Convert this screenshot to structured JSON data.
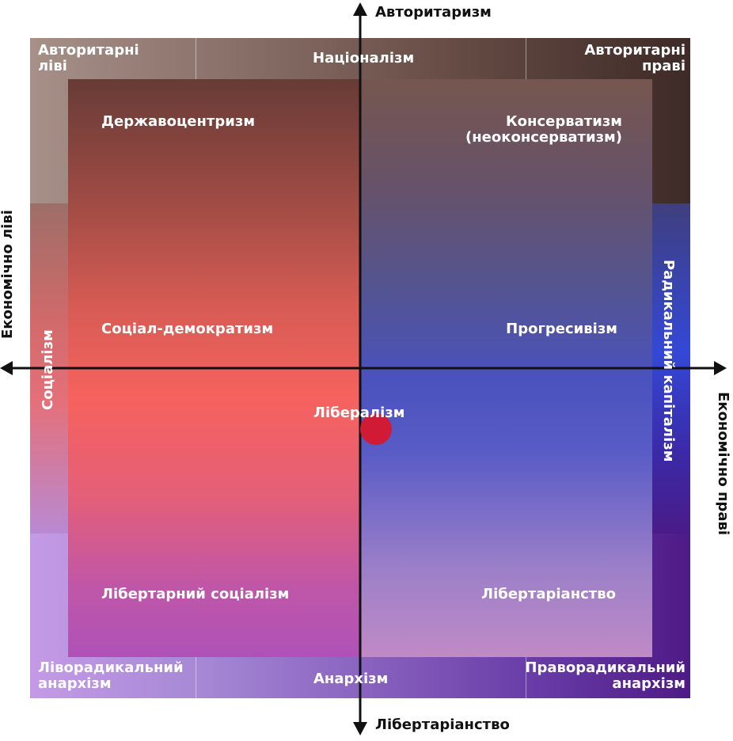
{
  "axes": {
    "top": "Авторитаризм",
    "bottom": "Лібертаріанство",
    "left": "Економічно ліві",
    "right": "Економічно праві"
  },
  "corners": {
    "top_left": [
      "Авторитарні",
      "ліві"
    ],
    "top_center": "Націоналізм",
    "top_right": [
      "Авторитарні",
      "праві"
    ],
    "bottom_left": [
      "Ліворадикальний",
      "анархізм"
    ],
    "bottom_center": "Анархізм",
    "bottom_right": [
      "Праворадикальний",
      "анархізм"
    ],
    "left_middle": "Соціалізм",
    "right_middle": "Радикальний капіталізм"
  },
  "quadrants": {
    "top_left": "Державоцентризм",
    "top_right": [
      "Консерватизм",
      "(неоконсерватизм)"
    ],
    "mid_left": "Соціал-демократизм",
    "mid_right": "Прогресивізм",
    "bottom_left": "Лібертарний соціалізм",
    "bottom_right": "Лібертаріанство",
    "center": "Лібералізм"
  },
  "colors": {
    "marker": "#d01a36",
    "axis": "#111111",
    "red": "#f2625e",
    "blue": "#4a56c0",
    "purple": "#5a2490"
  }
}
